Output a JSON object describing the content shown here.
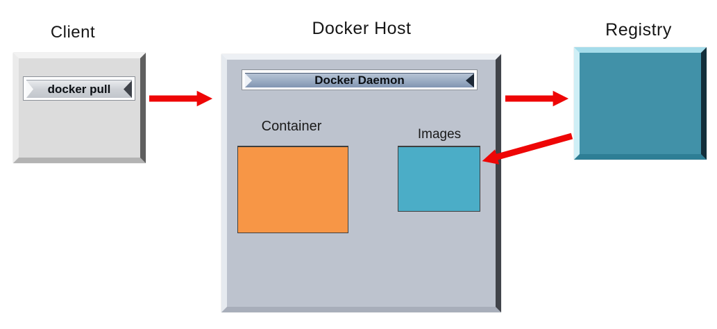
{
  "nodes": {
    "client": {
      "title": "Client",
      "fill": "#dcdcdc",
      "button_label": "docker pull"
    },
    "docker_host": {
      "title": "Docker Host",
      "fill": "#bdc3ce",
      "daemon_label": "Docker Daemon",
      "container": {
        "label": "Container",
        "fill": "#f79646"
      },
      "images": {
        "label": "Images",
        "fill": "#4badc7"
      }
    },
    "registry": {
      "title": "Registry",
      "fill": "#4191a8"
    }
  },
  "edges": [
    {
      "name": "client-to-docker-host",
      "from": "Client",
      "to": "Docker Host"
    },
    {
      "name": "docker-host-to-registry",
      "from": "Docker Host",
      "to": "Registry"
    },
    {
      "name": "registry-to-images",
      "from": "Registry",
      "to": "Images"
    }
  ],
  "colors": {
    "arrow": "#ee0606"
  }
}
